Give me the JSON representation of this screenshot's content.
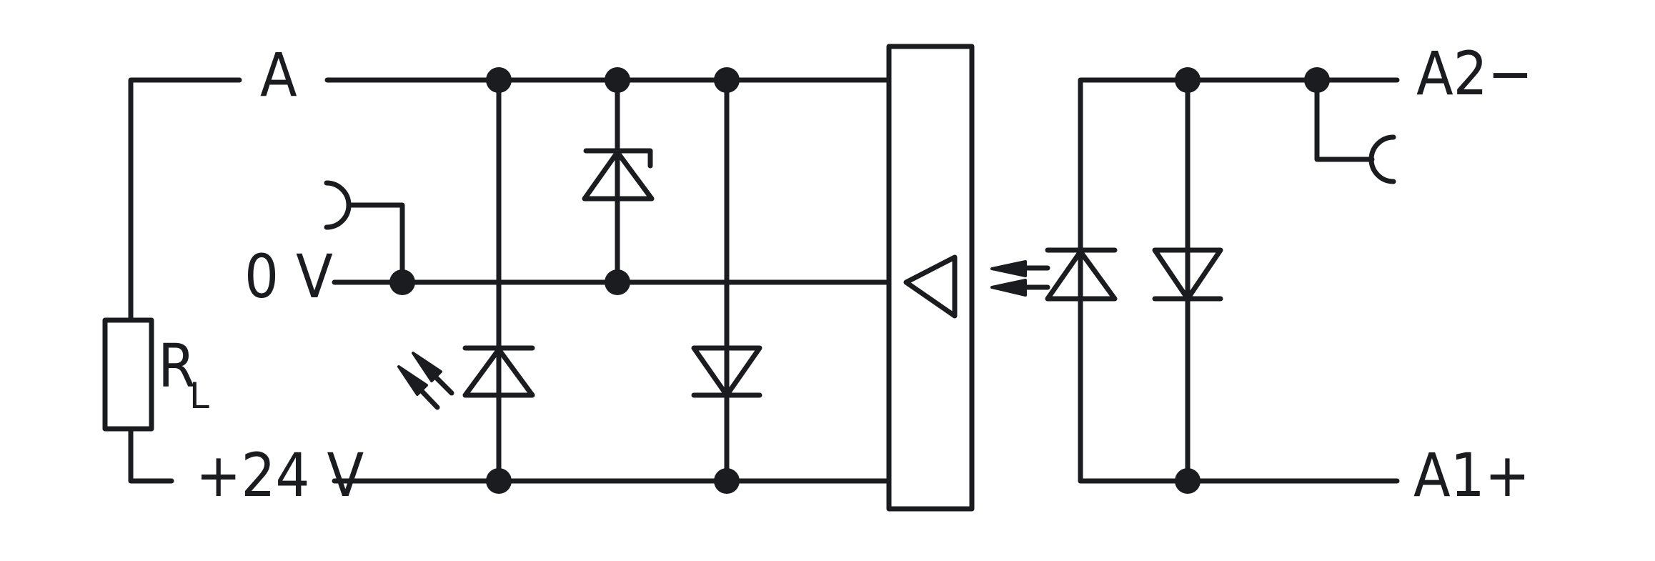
{
  "diagram": {
    "type": "circuit-schematic",
    "colors": {
      "stroke": "#1b1c20",
      "background": "#ffffff"
    },
    "labels": {
      "terminal_a": "A",
      "terminal_0v": "0 V",
      "terminal_24v": "+24 V",
      "load_resistor": "R",
      "load_resistor_subscript": "L",
      "terminal_a2": "A2−",
      "terminal_a1": "A1+"
    },
    "components": [
      {
        "id": "load-resistor",
        "kind": "resistor",
        "label": "RL"
      },
      {
        "id": "plug-connector",
        "kind": "plug"
      },
      {
        "id": "zener-diode",
        "kind": "zener-diode"
      },
      {
        "id": "status-led",
        "kind": "light-emitting-diode"
      },
      {
        "id": "protection-diode",
        "kind": "diode"
      },
      {
        "id": "optocoupler-output",
        "kind": "amplifier-block"
      },
      {
        "id": "optocoupler-input",
        "kind": "photodiode"
      },
      {
        "id": "coil-diode",
        "kind": "diode"
      },
      {
        "id": "socket-connector",
        "kind": "socket"
      }
    ]
  }
}
